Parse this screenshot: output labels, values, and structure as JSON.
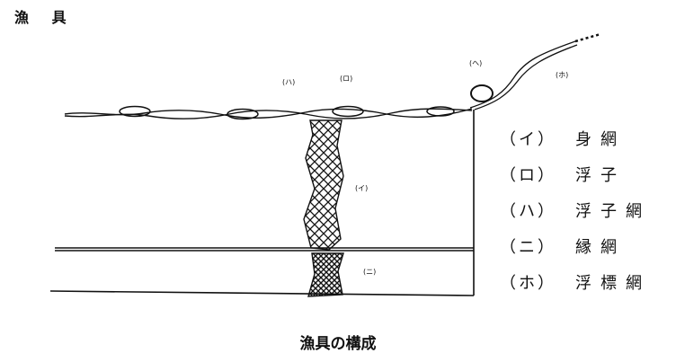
{
  "header": {
    "title": "漁 具"
  },
  "diagram": {
    "tags": {
      "ha": "(ハ)",
      "ro": "(ロ)",
      "he": "(ヘ)",
      "ho": "(ホ)",
      "i": "(イ)",
      "ni": "(ニ)"
    },
    "legend": [
      {
        "key": "（イ）",
        "term": "身網"
      },
      {
        "key": "（ロ）",
        "term": "浮子"
      },
      {
        "key": "（ハ）",
        "term": "浮子網"
      },
      {
        "key": "（ニ）",
        "term": "縁網"
      },
      {
        "key": "（ホ）",
        "term": "浮標網"
      }
    ]
  },
  "caption": "漁具の構成"
}
